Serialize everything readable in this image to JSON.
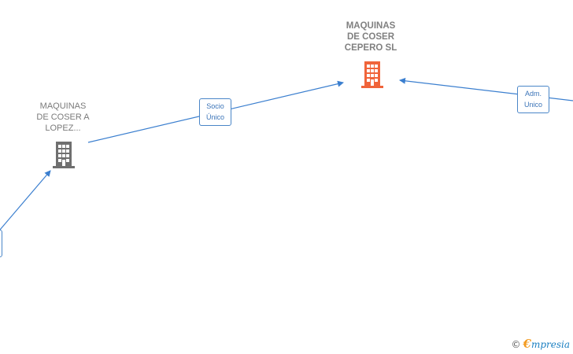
{
  "nodes": {
    "main": {
      "label_lines": [
        "MAQUINAS",
        "DE COSER",
        "CEPERO  SL"
      ],
      "color": "#f0643a"
    },
    "left": {
      "label_lines": [
        "MAQUINAS",
        "DE COSER A",
        "LOPEZ..."
      ],
      "color": "#6f6f6f"
    }
  },
  "edges": {
    "socio": {
      "label_lines": [
        "Socio",
        "Único"
      ]
    },
    "adm": {
      "label_lines": [
        "Adm.",
        "Unico"
      ]
    }
  },
  "colors": {
    "edge": "#3b7fcf"
  },
  "brand": {
    "copyright": "©",
    "e": "€",
    "name": "mpresia"
  }
}
